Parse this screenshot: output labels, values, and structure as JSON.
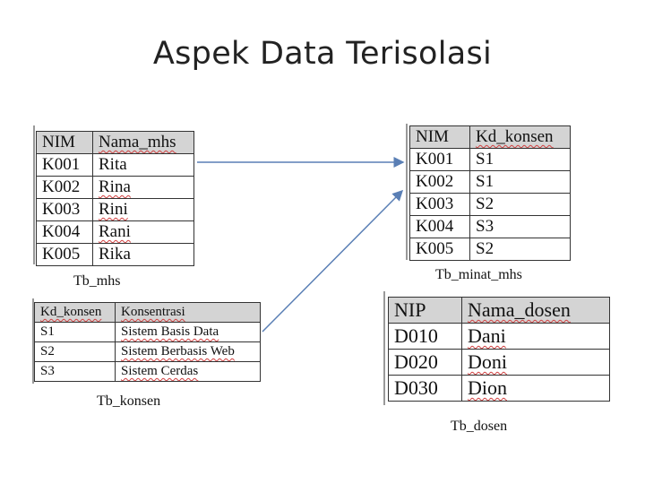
{
  "title": "Aspek Data Terisolasi",
  "tables": {
    "mhs": {
      "caption": "Tb_mhs",
      "headers": [
        "NIM",
        "Nama_mhs"
      ],
      "rows": [
        [
          "K001",
          "Rita"
        ],
        [
          "K002",
          "Rina"
        ],
        [
          "K003",
          "Rini"
        ],
        [
          "K004",
          "Rani"
        ],
        [
          "K005",
          "Rika"
        ]
      ]
    },
    "minat": {
      "caption": "Tb_minat_mhs",
      "headers": [
        "NIM",
        "Kd_konsen"
      ],
      "rows": [
        [
          "K001",
          "S1"
        ],
        [
          "K002",
          "S1"
        ],
        [
          "K003",
          "S2"
        ],
        [
          "K004",
          "S3"
        ],
        [
          "K005",
          "S2"
        ]
      ]
    },
    "konsen": {
      "caption": "Tb_konsen",
      "headers": [
        "Kd_konsen",
        "Konsentrasi"
      ],
      "rows": [
        [
          "S1",
          "Sistem Basis Data"
        ],
        [
          "S2",
          "Sistem Berbasis Web"
        ],
        [
          "S3",
          "Sistem Cerdas"
        ]
      ]
    },
    "dosen": {
      "caption": "Tb_dosen",
      "headers": [
        "NIP",
        "Nama_dosen"
      ],
      "rows": [
        [
          "D010",
          "Dani"
        ],
        [
          "D020",
          "Doni"
        ],
        [
          "D030",
          "Dion"
        ]
      ]
    }
  },
  "colors": {
    "header_fill": "#d4d4d4",
    "arrow": "#5a7fb5",
    "spell_underline": "#d04040"
  }
}
